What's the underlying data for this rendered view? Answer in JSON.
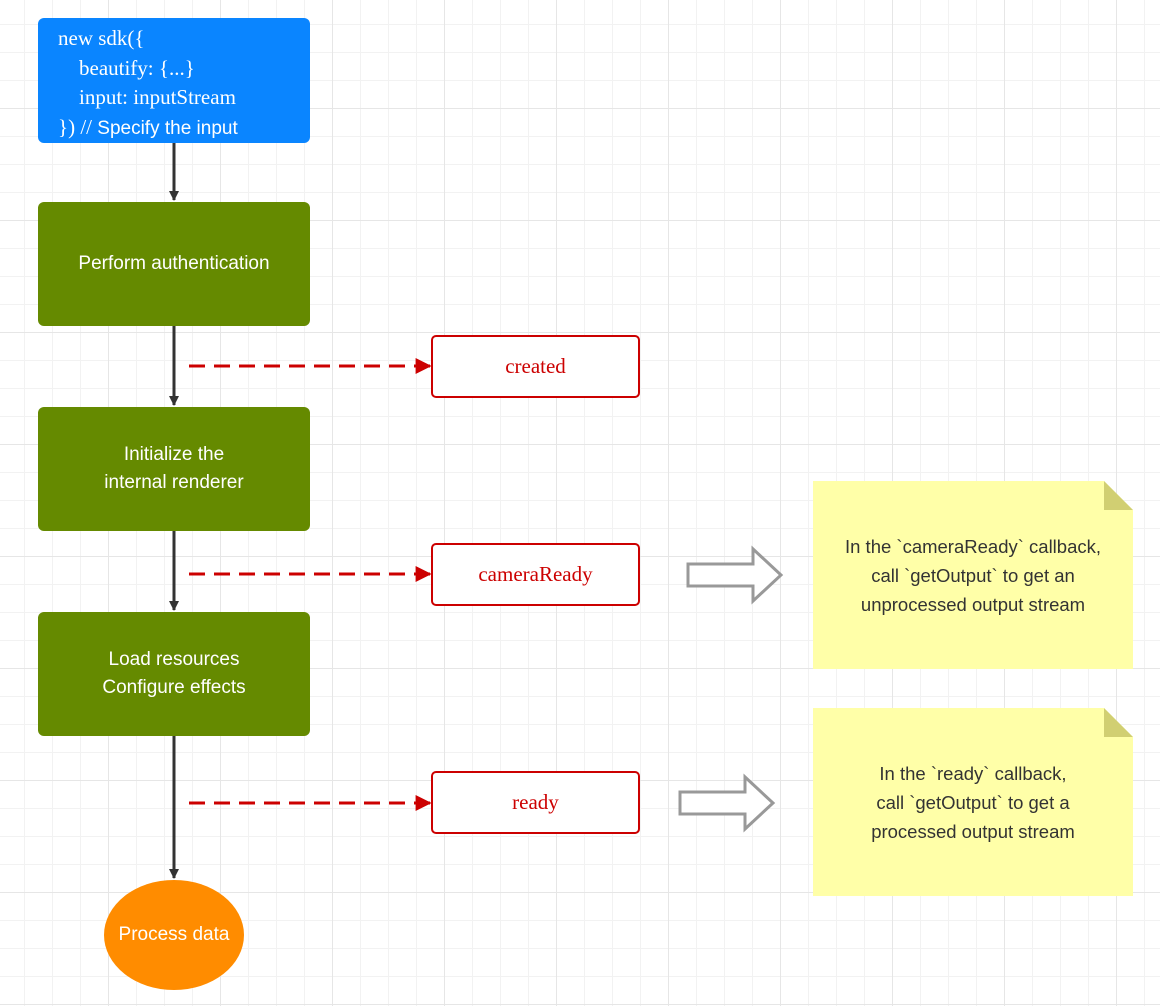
{
  "start_box": {
    "lines": [
      "new sdk({",
      "    beautify: {...}",
      "    input: inputStream"
    ],
    "last_line_code": "}) //",
    "last_line_comment": " Specify the input"
  },
  "steps": [
    {
      "lines": [
        "Perform authentication"
      ]
    },
    {
      "lines": [
        "Initialize the",
        "internal renderer"
      ]
    },
    {
      "lines": [
        "Load resources",
        "Configure effects"
      ]
    }
  ],
  "events": [
    {
      "label": "created"
    },
    {
      "label": "cameraReady"
    },
    {
      "label": "ready"
    }
  ],
  "notes": [
    {
      "lines": [
        "In the `cameraReady` callback,",
        "call `getOutput` to get an",
        "unprocessed output stream"
      ]
    },
    {
      "lines": [
        "In the `ready` callback,",
        "call `getOutput` to get a",
        "processed output stream"
      ]
    }
  ],
  "end_node": {
    "label": "Process data"
  },
  "colors": {
    "start": "#0a85ff",
    "step": "#658a00",
    "event": "#cc0000",
    "end": "#ff8c00",
    "note": "#ffffa8",
    "flow_arrow": "#333333",
    "hollow_arrow": "#999999"
  }
}
